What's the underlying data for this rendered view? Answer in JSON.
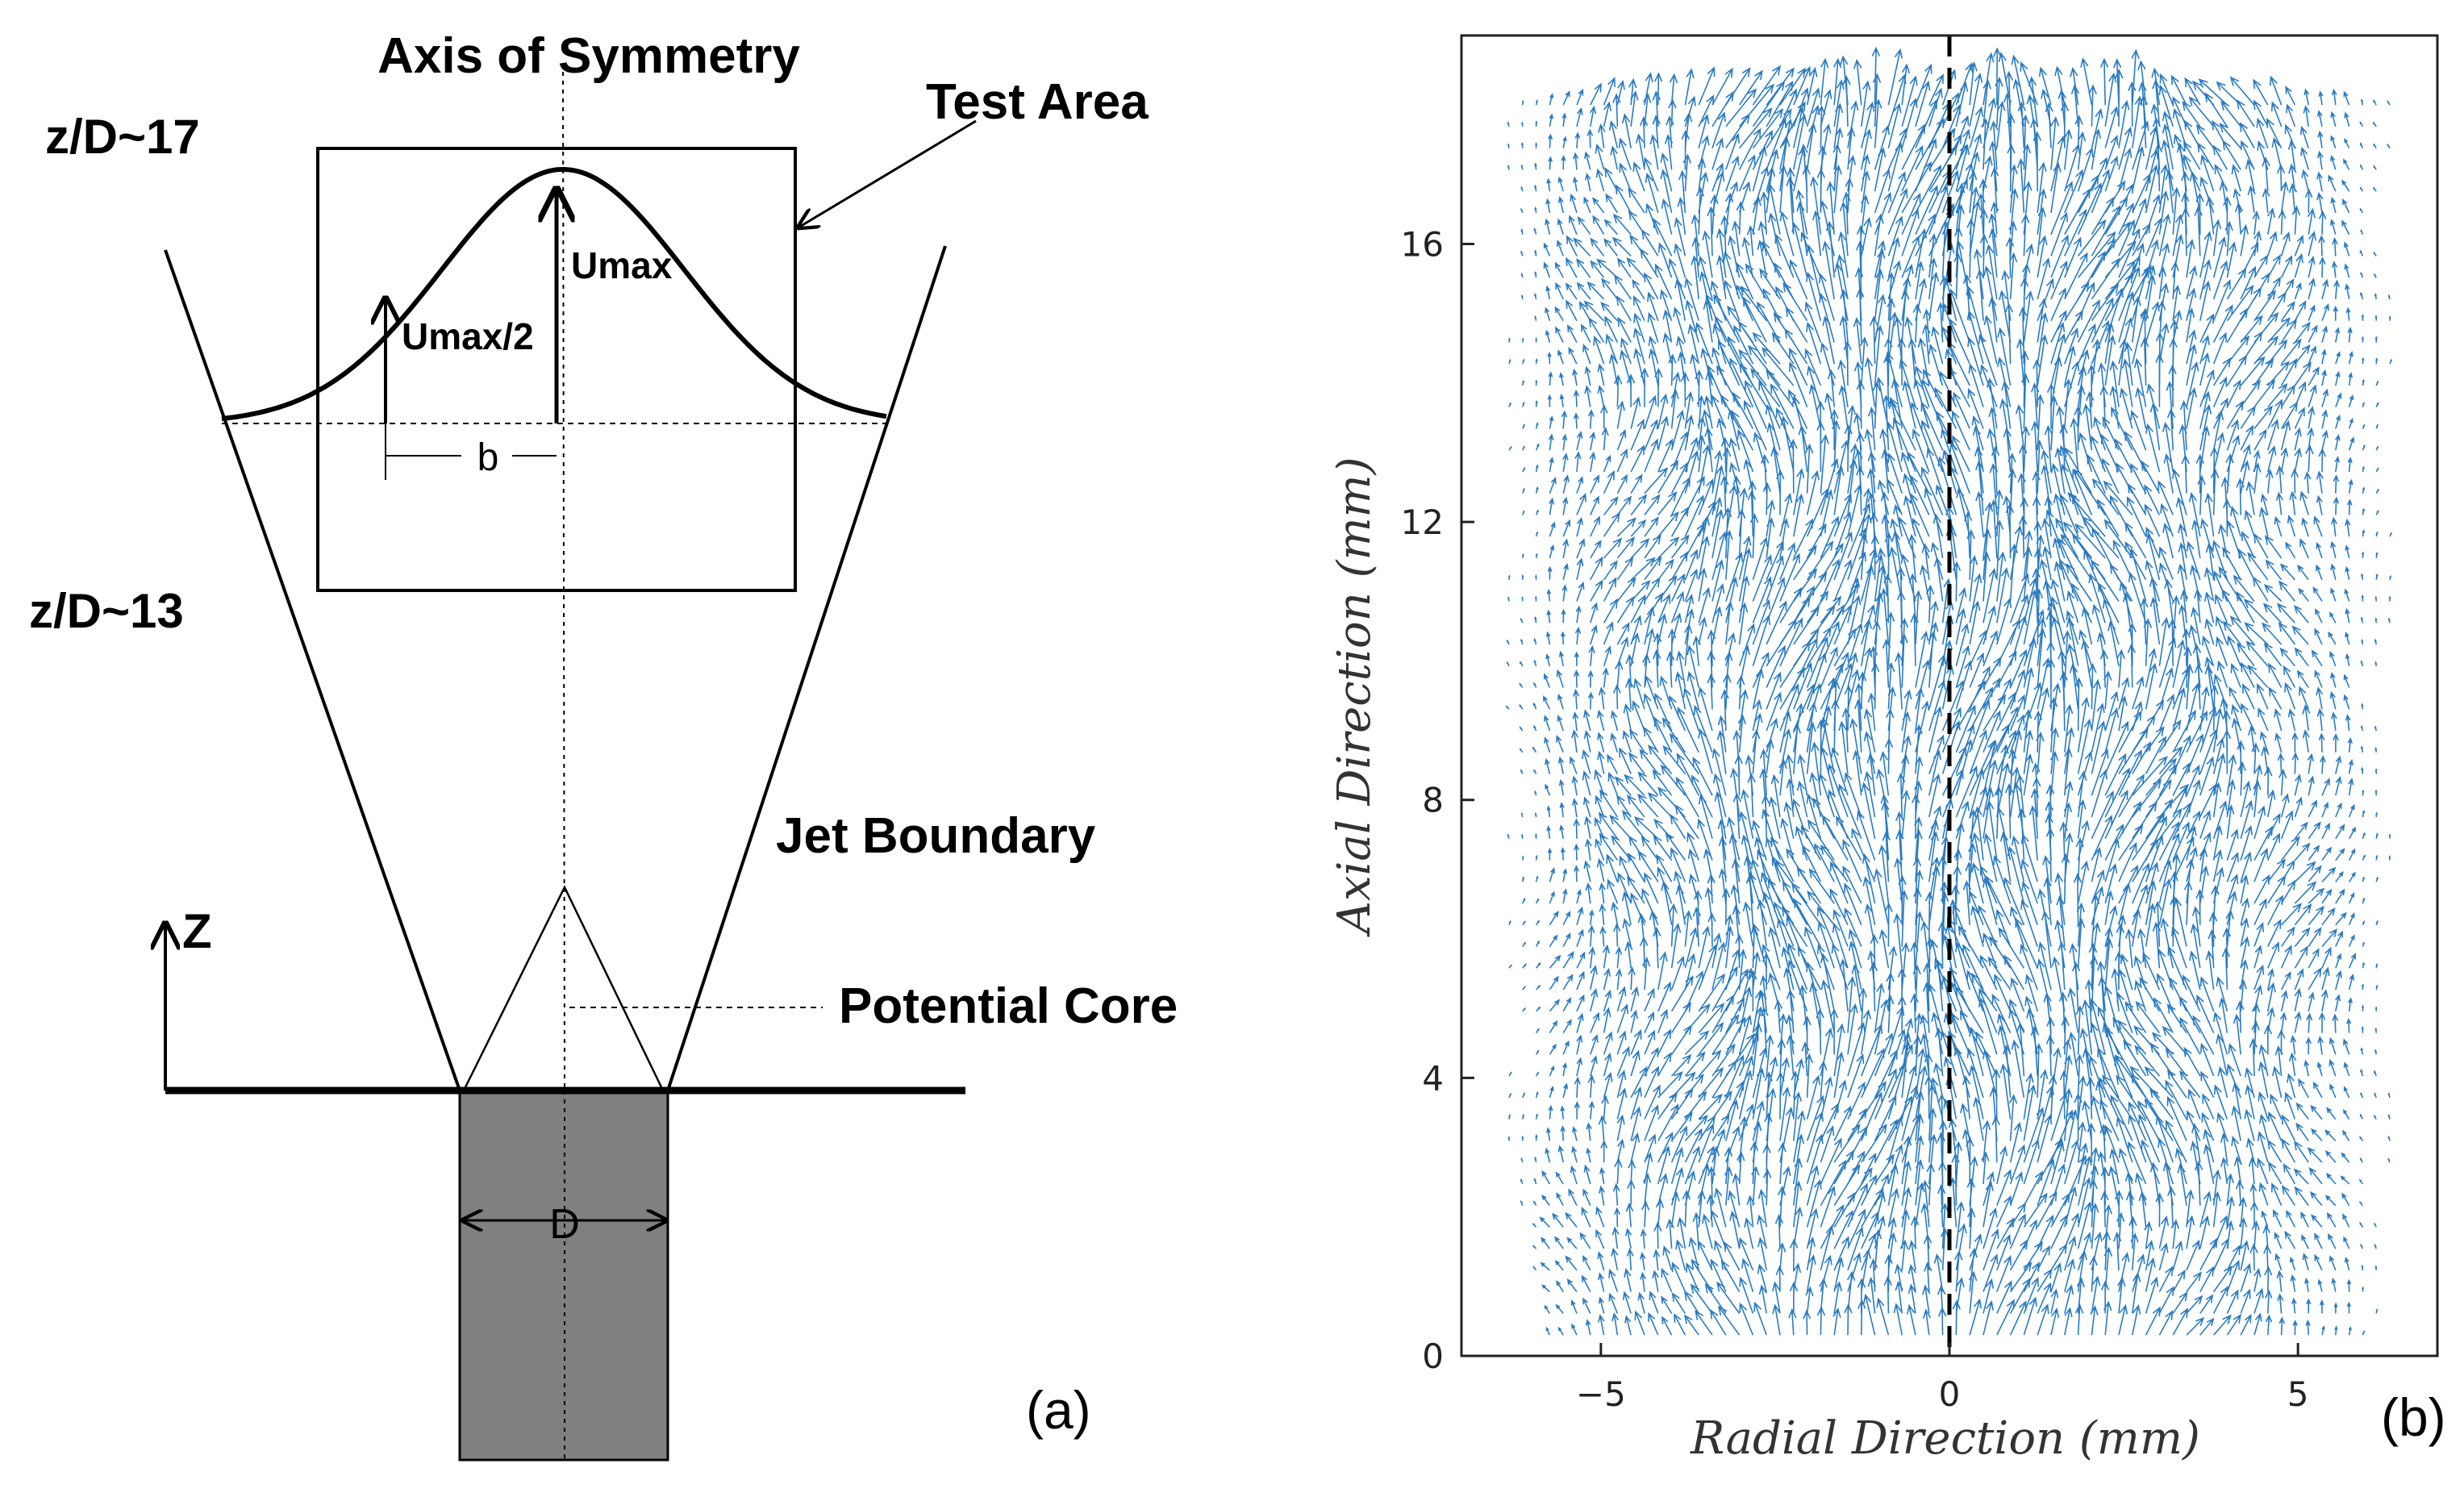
{
  "panel_a": {
    "axis_of_symmetry": "Axis of Symmetry",
    "test_area": "Test Area",
    "z_d_17": "z/D~17",
    "z_d_13": "z/D~13",
    "umax": "Umax",
    "umax_half": "Umax/2",
    "b": "b",
    "jet_boundary": "Jet Boundary",
    "z_axis": "Z",
    "potential_core": "Potential Core",
    "d": "D",
    "panel_label": "(a)",
    "nozzle_color": "#808080"
  },
  "panel_b": {
    "panel_label": "(b)",
    "quiver_color": "#2b7bbf",
    "chart_data": {
      "type": "quiver",
      "xlabel": "Radial Direction (mm)",
      "ylabel": "Axial Direction (mm)",
      "xlim": [
        -7,
        7
      ],
      "ylim": [
        0,
        19
      ],
      "x_ticks": [
        -5,
        0,
        5
      ],
      "y_ticks": [
        0,
        4,
        8,
        12,
        16
      ],
      "x_tick_labels": [
        "−5",
        "0",
        "5"
      ],
      "y_tick_labels": [
        "0",
        "4",
        "8",
        "12",
        "16"
      ],
      "grid": false,
      "legend": "none",
      "centerline_x": 0,
      "field": {
        "x_range": [
          -6.9,
          6.9
        ],
        "y_range": [
          0.3,
          18.0
        ],
        "nx": 72,
        "ny": 58,
        "dominant_direction": "upward (+axial)",
        "max_arrow_length_mm": 0.75
      }
    }
  }
}
